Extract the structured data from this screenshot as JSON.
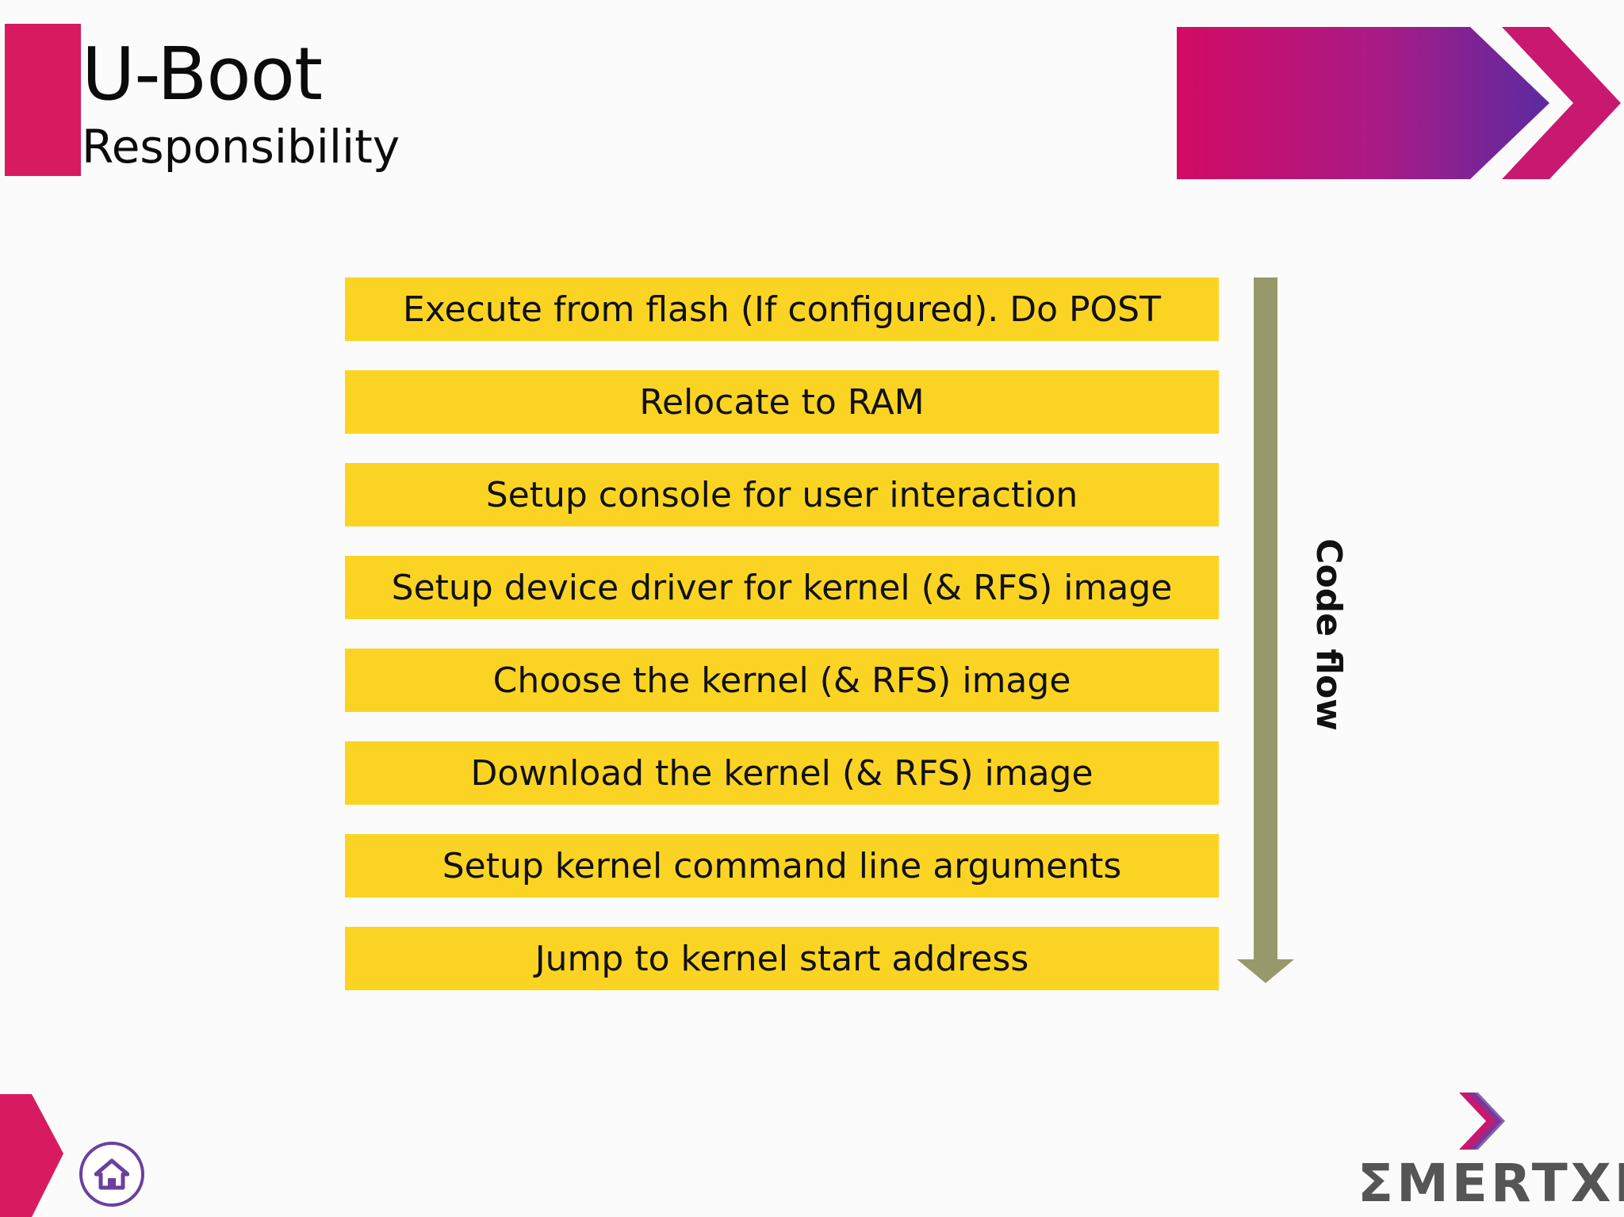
{
  "header": {
    "title": "U-Boot",
    "subtitle": "Responsibility"
  },
  "steps": [
    "Execute from flash (If configured). Do POST",
    "Relocate to RAM",
    "Setup console for user interaction",
    "Setup device driver for kernel (& RFS) image",
    "Choose the kernel (& RFS) image",
    "Download the kernel (& RFS) image",
    "Setup kernel command line arguments",
    "Jump to kernel start address"
  ],
  "flow": {
    "label": "Code flow"
  },
  "footer": {
    "logo_text": "ΣMERTXE",
    "home_icon": "home-icon"
  },
  "colors": {
    "accent": "#d81b60",
    "step_fill": "#fbd423",
    "arrow": "#98996a",
    "purple": "#6a3fa0"
  }
}
